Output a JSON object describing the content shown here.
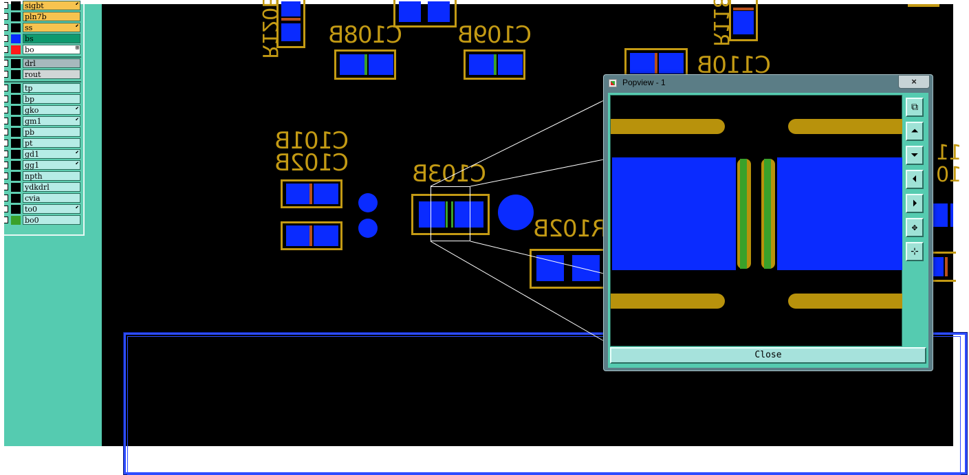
{
  "layers": [
    {
      "name": "sigbt",
      "color": "#f7c34f",
      "swatch": "#000000",
      "mark": "⬋"
    },
    {
      "name": "pln7b",
      "color": "#f7c34f",
      "swatch": "#000000",
      "mark": ""
    },
    {
      "name": "ss",
      "color": "#f7c34f",
      "swatch": "#000000",
      "mark": "⬋"
    },
    {
      "name": "bs",
      "color": "#0f9a6f",
      "swatch": "#0a2bff",
      "mark": ""
    },
    {
      "name": "bo",
      "color": "#ffffff",
      "swatch": "#ff1a1a",
      "mark": "⊞"
    },
    {
      "name": "drl",
      "color": "#a7b9bd",
      "swatch": "#000000",
      "mark": ""
    },
    {
      "name": "rout",
      "color": "#d0d6d6",
      "swatch": "#000000",
      "mark": ""
    },
    {
      "name": "tp",
      "color": "#b6ece6",
      "swatch": "#000000",
      "mark": ""
    },
    {
      "name": "bp",
      "color": "#b6ece6",
      "swatch": "#000000",
      "mark": ""
    },
    {
      "name": "gko",
      "color": "#b6ece6",
      "swatch": "#000000",
      "mark": "⬋"
    },
    {
      "name": "gm1",
      "color": "#b6ece6",
      "swatch": "#000000",
      "mark": "⬋"
    },
    {
      "name": "pb",
      "color": "#b6ece6",
      "swatch": "#000000",
      "mark": ""
    },
    {
      "name": "pt",
      "color": "#b6ece6",
      "swatch": "#000000",
      "mark": ""
    },
    {
      "name": "gd1",
      "color": "#b6ece6",
      "swatch": "#000000",
      "mark": "⬋"
    },
    {
      "name": "gg1",
      "color": "#b6ece6",
      "swatch": "#000000",
      "mark": "⬋"
    },
    {
      "name": "npth",
      "color": "#b6ece6",
      "swatch": "#000000",
      "mark": ""
    },
    {
      "name": "ydkdrl",
      "color": "#b6ece6",
      "swatch": "#000000",
      "mark": ""
    },
    {
      "name": "cvia",
      "color": "#b6ece6",
      "swatch": "#000000",
      "mark": ""
    },
    {
      "name": "to0",
      "color": "#b6ece6",
      "swatch": "#000000",
      "mark": "⬋"
    },
    {
      "name": "bo0",
      "color": "#b6ece6",
      "swatch": "#3aa12a",
      "mark": ""
    }
  ],
  "board": {
    "refdes": [
      "C108B",
      "C109B",
      "C110B",
      "C101B",
      "C102B",
      "C103B",
      "R102B",
      "R120B",
      "R118"
    ]
  },
  "popview": {
    "title": "Popview - 1",
    "close_x": "×",
    "close_button": "Close",
    "tools": [
      "zoom-window-icon",
      "pan-up-icon",
      "pan-down-icon",
      "pan-left-icon",
      "pan-right-icon",
      "zoom-in-icon",
      "zoom-out-icon"
    ]
  },
  "colors": {
    "board_background": "#000000",
    "pad_blue": "#0a2bff",
    "silkscreen_gold": "#c39a14",
    "panel_teal": "#55cbb0"
  }
}
